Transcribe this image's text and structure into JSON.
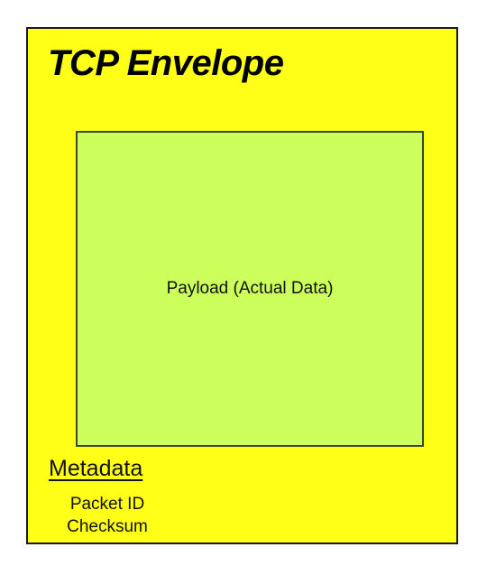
{
  "envelope": {
    "title": "TCP Envelope",
    "fill_color": "#ffff17",
    "border_color": "#1a1a1a"
  },
  "payload": {
    "label": "Payload (Actual Data)",
    "fill_color": "#ccff5c"
  },
  "metadata": {
    "heading": "Metadata",
    "items": [
      "Packet ID",
      "Checksum"
    ]
  }
}
